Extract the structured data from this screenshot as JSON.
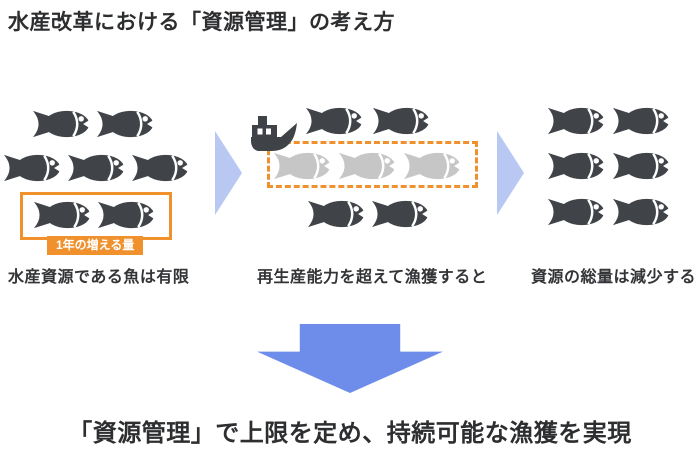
{
  "title": "水産改革における「資源管理」の考え方",
  "conclusion": "「資源管理」で上限を定め、持続可能な漁獲を実現",
  "icons": {
    "fish": "fish-silhouette",
    "boat": "fishing-boat-silhouette",
    "chevron": "right-pointing-triangle",
    "down_arrow": "block-arrow-down"
  },
  "colors": {
    "accent_orange": "#f0912e",
    "fish_dark": "#404448",
    "fish_light": "#c6c6c7",
    "chevron_blue": "#b9c8f2",
    "arrow_blue": "#6e8ce9",
    "text_dark": "#2d2e30"
  },
  "panels": [
    {
      "caption": "水産資源である魚は有限",
      "annotation": "1年の増える量",
      "rows": [
        {
          "count": 2,
          "variant": "dark"
        },
        {
          "count": 3,
          "variant": "dark"
        },
        {
          "count": 2,
          "variant": "dark"
        }
      ]
    },
    {
      "caption": "再生産能力を超えて漁獲すると",
      "rows": [
        {
          "count": 2,
          "variant": "dark"
        },
        {
          "count": 3,
          "variant": "light"
        },
        {
          "count": 2,
          "variant": "dark"
        }
      ]
    },
    {
      "caption": "資源の総量は減少する",
      "rows": [
        {
          "count": 2,
          "variant": "dark"
        },
        {
          "count": 2,
          "variant": "dark"
        },
        {
          "count": 2,
          "variant": "dark"
        }
      ]
    }
  ]
}
